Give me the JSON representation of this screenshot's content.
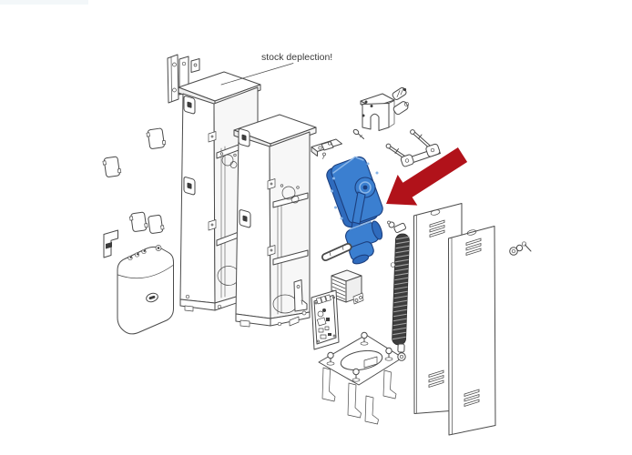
{
  "page": {
    "background": "#ffffff"
  },
  "diagram": {
    "type": "exploded-parts-diagram",
    "subject": "automatic-barrier-gate-operator",
    "annotation": {
      "label": "stock deplection!"
    },
    "highlighted_part": "gearmotor-assembly",
    "arrow": {
      "direction": "pointing-down-left-at-gearmotor"
    },
    "colors": {
      "line": "#4a4a4a",
      "line_soft": "#6a6a6a",
      "shade": "#efefef",
      "shade2": "#f7f7f7",
      "spring_dark": "#3d3d3d",
      "spring_ridge": "#a2a2a2",
      "blue": "#3b7fd0",
      "blue_mid": "#2f6bbd",
      "blue_deep": "#1c3f7e",
      "blue_light": "#8ab6e8",
      "red": "#b1121a",
      "text": "#3b3b3b",
      "dark_detail": "#3c3c3c",
      "artifact": "#f3f7f9"
    },
    "parts": [
      {
        "id": "wall-mount-bracket"
      },
      {
        "id": "cabinet-housing-front"
      },
      {
        "id": "cabinet-housing-rear"
      },
      {
        "id": "cover-caps",
        "count": 4
      },
      {
        "id": "hinge-cover-bracket"
      },
      {
        "id": "control-unit-box"
      },
      {
        "id": "release-bracket"
      },
      {
        "id": "lock-cylinders",
        "count": 2
      },
      {
        "id": "fixing-screw"
      },
      {
        "id": "spring-anchor-plate"
      },
      {
        "id": "spring-tension-rod-assembly"
      },
      {
        "id": "gearmotor-assembly",
        "highlighted": true,
        "highlight_color": "#3b7fd0"
      },
      {
        "id": "link-rod"
      },
      {
        "id": "transformer"
      },
      {
        "id": "control-board"
      },
      {
        "id": "foundation-base-plate"
      },
      {
        "id": "balance-spring"
      },
      {
        "id": "door-panel-front"
      },
      {
        "id": "door-panel-rear"
      },
      {
        "id": "latch-bracket"
      },
      {
        "id": "fastener-set"
      }
    ]
  }
}
